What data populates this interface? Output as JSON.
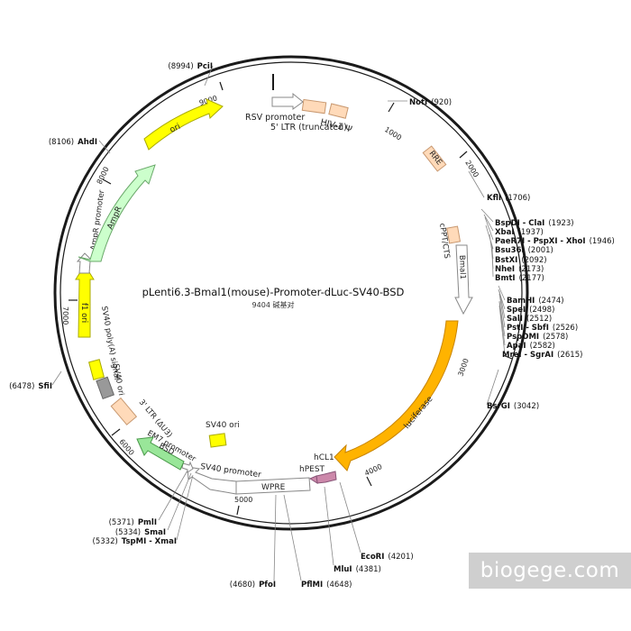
{
  "map": {
    "title": "pLenti6.3-Bmal1(mouse)-Promoter-dLuc-SV40-BSD",
    "subtitle": "9404 碱基对",
    "total_bp": 9404
  },
  "ticks": [
    "1000",
    "2000",
    "3000",
    "4000",
    "5000",
    "6000",
    "7000",
    "8000",
    "9000"
  ],
  "sites": [
    {
      "name": "NotI",
      "pos": "(920)",
      "side": "right"
    },
    {
      "name": "KflI",
      "pos": "(1706)",
      "side": "right"
    },
    {
      "name": "BspDI - ClaI",
      "pos": "(1923)",
      "side": "right"
    },
    {
      "name": "XbaI",
      "pos": "(1937)",
      "side": "right"
    },
    {
      "name": "PaeR7I - PspXI - XhoI",
      "pos": "(1946)",
      "side": "right"
    },
    {
      "name": "Bsu36I",
      "pos": "(2001)",
      "side": "right"
    },
    {
      "name": "BstXI",
      "pos": "(2092)",
      "side": "right"
    },
    {
      "name": "NheI",
      "pos": "(2173)",
      "side": "right"
    },
    {
      "name": "BmtI",
      "pos": "(2177)",
      "side": "right"
    },
    {
      "name": "BamHI",
      "pos": "(2474)",
      "side": "right"
    },
    {
      "name": "SpeI",
      "pos": "(2498)",
      "side": "right"
    },
    {
      "name": "SalI",
      "pos": "(2512)",
      "side": "right"
    },
    {
      "name": "PstI - SbfI",
      "pos": "(2526)",
      "side": "right"
    },
    {
      "name": "PspOMI",
      "pos": "(2578)",
      "side": "right"
    },
    {
      "name": "ApaI",
      "pos": "(2582)",
      "side": "right"
    },
    {
      "name": "MreI - SgrAI",
      "pos": "(2615)",
      "side": "right"
    },
    {
      "name": "BsrGI",
      "pos": "(3042)",
      "side": "right"
    },
    {
      "name": "EcoRI",
      "pos": "(4201)",
      "side": "right"
    },
    {
      "name": "MluI",
      "pos": "(4381)",
      "side": "right"
    },
    {
      "name": "PflMI",
      "pos": "(4648)",
      "side": "right"
    },
    {
      "name": "PfoI",
      "pos": "(4680)",
      "side": "left"
    },
    {
      "name": "TspMI - XmaI",
      "pos": "(5332)",
      "side": "left"
    },
    {
      "name": "SmaI",
      "pos": "(5334)",
      "side": "left"
    },
    {
      "name": "PmlI",
      "pos": "(5371)",
      "side": "left"
    },
    {
      "name": "SfiI",
      "pos": "(6478)",
      "side": "left"
    },
    {
      "name": "AhdI",
      "pos": "(8106)",
      "side": "left"
    },
    {
      "name": "PciI",
      "pos": "(8994)",
      "side": "left"
    }
  ],
  "features": [
    {
      "label": "RSV promoter"
    },
    {
      "label": "5' LTR (truncated)"
    },
    {
      "label": "HIV-1 Ψ"
    },
    {
      "label": "RRE"
    },
    {
      "label": "cPPT/CTS"
    },
    {
      "label": "Bmal1"
    },
    {
      "label": "luciferase"
    },
    {
      "label": "hPEST"
    },
    {
      "label": "hCL1"
    },
    {
      "label": "WPRE"
    },
    {
      "label": "SV40 promoter"
    },
    {
      "label": "EM7 promoter"
    },
    {
      "label": "BSD"
    },
    {
      "label": "SV40 ori"
    },
    {
      "label": "3' LTR (ΔU3)"
    },
    {
      "label": "SV40 ori"
    },
    {
      "label": "SV40 poly(A) signal"
    },
    {
      "label": "f1 ori"
    },
    {
      "label": "AmpR promoter"
    },
    {
      "label": "AmpR"
    },
    {
      "label": "ori"
    }
  ],
  "colors": {
    "backbone": "#1a1a1a",
    "luciferase": "#ffb300",
    "ori": "#ffff00",
    "ampr": "#ccffcc",
    "bsd": "#99e699",
    "ltr": "#ffdab9",
    "pest": "#cc88aa",
    "promoter": "#ffffff",
    "sv40_gray": "#999999"
  },
  "watermark": "biogege.com"
}
